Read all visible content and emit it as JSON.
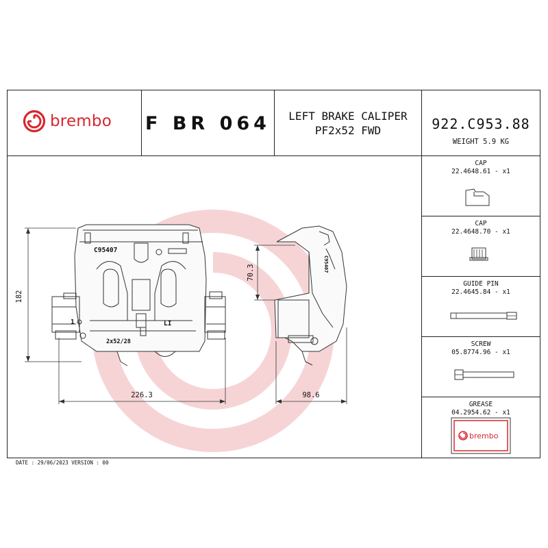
{
  "header": {
    "brand": "brembo",
    "code": "F BR 064",
    "title_line1": "LEFT BRAKE CALIPER",
    "title_line2": "PF2x52 FWD",
    "part_number": "922.C953.88",
    "weight": "WEIGHT 5.9 KG"
  },
  "drawing": {
    "dim_height": "182",
    "dim_width": "226.3",
    "dim_side_width": "98.6",
    "dim_side_height": "70.3",
    "mark_casting": "C95407",
    "mark_piston": "2x52/28",
    "mark_side": "LI",
    "mark_port": "1",
    "mark_side_casting": "C95407"
  },
  "parts": [
    {
      "name": "CAP",
      "code": "22.4648.61 - x1",
      "icon": "cap-icon"
    },
    {
      "name": "CAP",
      "code": "22.4648.70 - x1",
      "icon": "cap-icon"
    },
    {
      "name": "GUIDE PIN",
      "code": "22.4645.84 - x1",
      "icon": "guide-pin-icon"
    },
    {
      "name": "SCREW",
      "code": "05.8774.96 - x1",
      "icon": "screw-icon"
    },
    {
      "name": "GREASE",
      "code": "04.2954.62 - x1",
      "icon": "grease-icon",
      "label": "brembo"
    }
  ],
  "footer": {
    "text": "DATE : 29/06/2023 VERSION : 00"
  },
  "colors": {
    "brand_red": "#d8262e",
    "watermark": "#f6d4d6",
    "line": "#222222"
  }
}
